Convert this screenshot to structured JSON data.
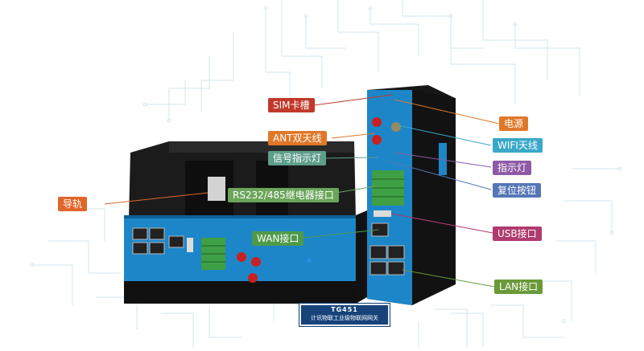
{
  "labels": {
    "sim_slot": "SIM卡槽",
    "power": "电源",
    "ant_dual": "ANT双天线",
    "wifi_antenna": "WIFI天线",
    "signal_light": "信号指示灯",
    "indicator_light": "指示灯",
    "rail": "导轨",
    "reset_button": "复位按钮",
    "rs232_interface": "RS232/485继电器接口",
    "wan_port": "WAN接口",
    "usb_port": "USB接口",
    "lan_port": "LAN接口"
  },
  "badge": {
    "model": "TG451",
    "subtitle": "计讯物联工业级物联网网关"
  },
  "colors": {
    "sim_slot": "#c0392b",
    "power": "#e0782a",
    "ant_dual": "#e0782a",
    "wifi_antenna": "#3aa8c9",
    "signal_light": "#5e9e8a",
    "indicator_light": "#8e5aa6",
    "rail": "#e0662a",
    "reset_button": "#5676b8",
    "rs232_interface": "#6aa55a",
    "wan_port": "#4f9a4a",
    "usb_port": "#b03b6e",
    "lan_port": "#6b9a3a",
    "device_blue": "#1c86c8",
    "device_black": "#151515",
    "circuit_line": "#cfe3ee"
  },
  "icons": [
    "circuit-background",
    "router-left-device",
    "router-right-device",
    "antenna-connector",
    "ethernet-port",
    "usb-port",
    "terminal-block"
  ]
}
